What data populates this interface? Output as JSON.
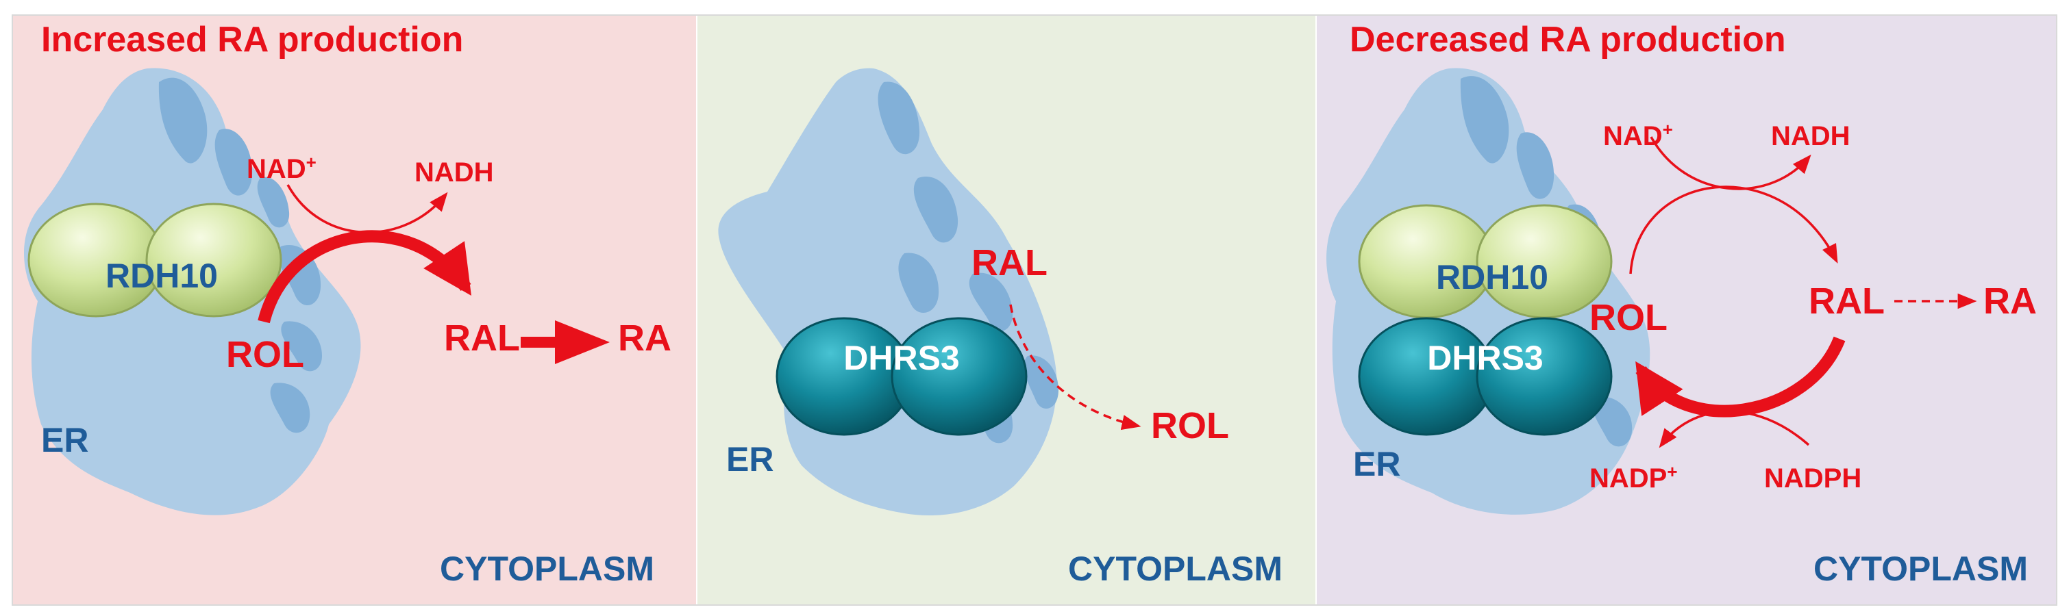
{
  "panels": [
    {
      "title": "Increased RA production",
      "er_label": "ER",
      "cytoplasm_label": "CYTOPLASM",
      "enzymes": [
        "RDH10"
      ],
      "labels": {
        "nad": "NAD",
        "nad_sup": "+",
        "nadh": "NADH",
        "rol": "ROL",
        "ral": "RAL",
        "ra": "RA"
      }
    },
    {
      "title": "",
      "er_label": "ER",
      "cytoplasm_label": "CYTOPLASM",
      "enzymes": [
        "DHRS3"
      ],
      "labels": {
        "ral": "RAL",
        "rol": "ROL"
      }
    },
    {
      "title": "Decreased RA production",
      "er_label": "ER",
      "cytoplasm_label": "CYTOPLASM",
      "enzymes": [
        "RDH10",
        "DHRS3"
      ],
      "labels": {
        "nad": "NAD",
        "nad_sup": "+",
        "nadh": "NADH",
        "rol": "ROL",
        "ral": "RAL",
        "ra": "RA",
        "nadp": "NADP",
        "nadp_sup": "+",
        "nadph": "NADPH"
      }
    }
  ],
  "colors": {
    "panel1_bg": "#f7dcdc",
    "panel2_bg": "#e9efe0",
    "panel3_bg": "#e7dfec",
    "er_light": "#aecce6",
    "er_dark": "#82b0d8",
    "rdh10": "#d6e6a4",
    "dhrs3": "#13899c",
    "red": "#e8101a",
    "blue_text": "#1f5c99"
  }
}
